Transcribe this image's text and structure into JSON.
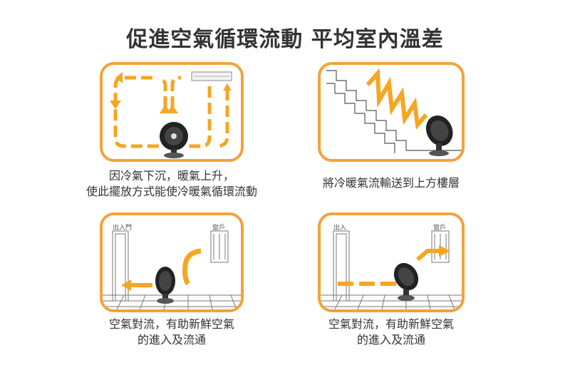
{
  "title": "促進空氣循環流動 平均室內溫差",
  "panels": [
    {
      "caption_line1": "因冷氣下沉，暖氣上升，",
      "caption_line2": "使此擺放方式能使冷暖氣循環流動"
    },
    {
      "caption_line1": "將冷暖氣流輸送到上方樓層",
      "caption_line2": ""
    },
    {
      "caption_line1": "空氣對流，有助新鮮空氣",
      "caption_line2": "的進入及流通",
      "label_door": "出入門",
      "label_window": "窗戶"
    },
    {
      "caption_line1": "空氣對流，有助新鮮空氣",
      "caption_line2": "的進入及流通",
      "label_door": "出入",
      "label_window": "窗戶"
    }
  ],
  "colors": {
    "accent": "#f2a33a",
    "arrow": "#f5a623",
    "line": "#666666"
  }
}
